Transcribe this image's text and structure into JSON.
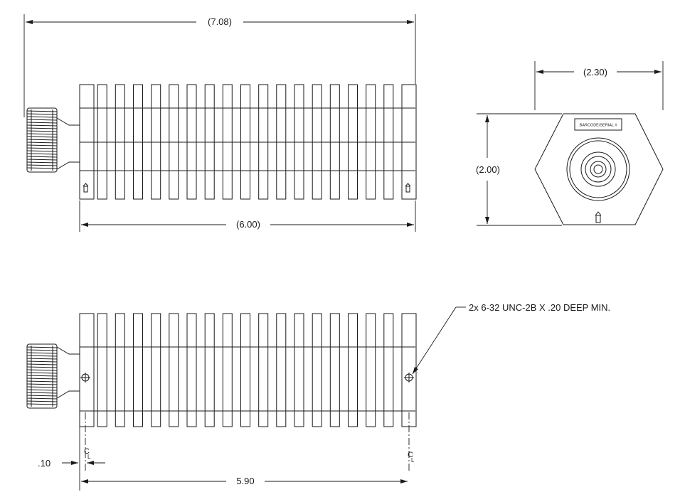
{
  "dimensions": {
    "overall_length": "(7.08)",
    "body_length": "(6.00)",
    "hex_width": "(2.30)",
    "height": "(2.00)",
    "hole_offset": ".10",
    "hole_spacing": "5.90"
  },
  "notes": {
    "hole_callout": "2x 6-32 UNC-2B X .20 DEEP MIN.",
    "label_text": "BARCODE/SERIAL #",
    "centerline_symbol": "C",
    "centerline_sub": "L"
  },
  "views": {
    "fin_count": 19
  }
}
